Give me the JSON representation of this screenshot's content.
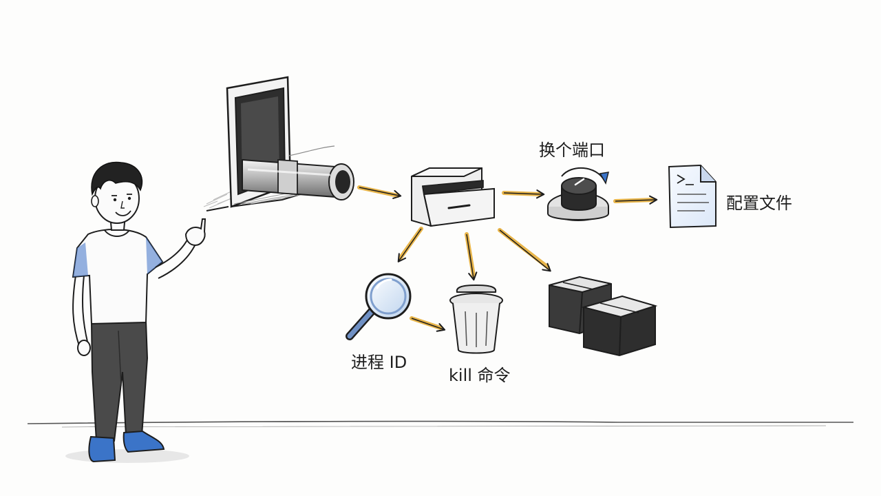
{
  "labels": {
    "change_port": "换个端口",
    "config_file": "配置文件",
    "process_id": "进程 ID",
    "kill_command": "kill 命令"
  },
  "colors": {
    "arrow": "#e5a92c",
    "ink": "#1d1d1d",
    "shirt_accent": "#3f72c9",
    "shoe": "#3b74c8",
    "paper_tint": "#eaf1fb"
  },
  "icons": {
    "person": "person-icon",
    "wall_opening": "wall-opening-icon",
    "pipe": "pipe-icon",
    "drawer": "drawer-icon",
    "dial": "dial-icon",
    "config_doc": "document-icon",
    "magnifier": "magnifier-icon",
    "trash": "trash-can-icon",
    "boxes": "boxes-icon"
  }
}
